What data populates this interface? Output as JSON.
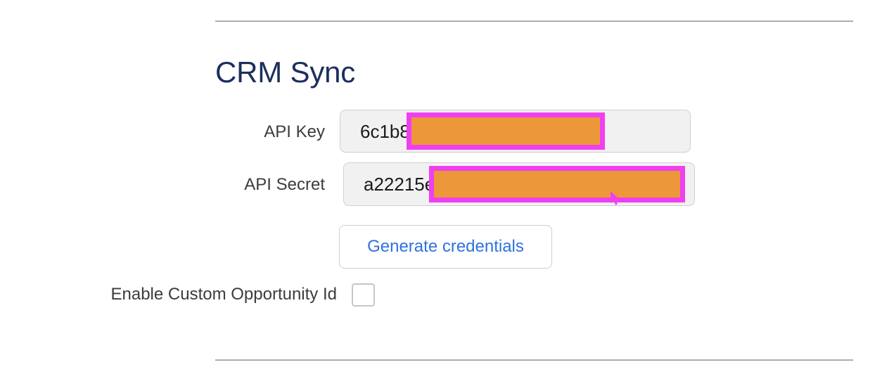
{
  "section": {
    "title": "CRM Sync"
  },
  "form": {
    "fields": [
      {
        "label": "API Key",
        "value": "6c1b8",
        "redacted": true
      },
      {
        "label": "API Secret",
        "value": "a22215e",
        "redacted": true
      }
    ],
    "generate_button_label": "Generate credentials",
    "checkbox": {
      "label": "Enable Custom Opportunity Id",
      "checked": false
    }
  },
  "annotations": {
    "redaction_fill_color": "#ec9739",
    "redaction_border_color": "#f03ff0",
    "cursor_color": "#f03ff0",
    "cursor_icon": "mouse-pointer-icon"
  },
  "colors": {
    "title": "#1b2f5e",
    "link": "#2f72dd",
    "field_background": "#f1f1f1",
    "field_border": "#cfcfcf",
    "divider": "#9e9e9e"
  }
}
